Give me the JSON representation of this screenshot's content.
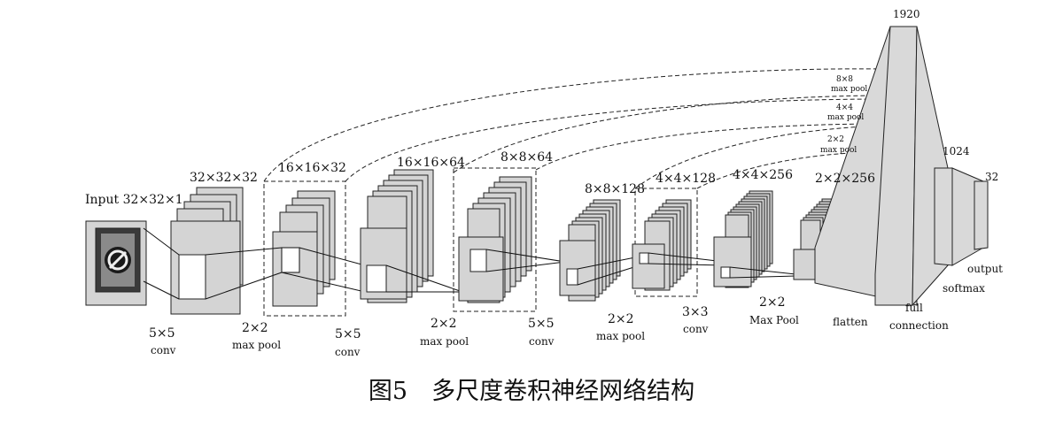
{
  "labels": {
    "input": "Input 32×32×1",
    "l1": "32×32×32",
    "l2": "16×16×32",
    "l3": "16×16×64",
    "l4": "8×8×64",
    "l5": "8×8×128",
    "l6": "4×4×128",
    "l7": "4×4×256",
    "l8": "2×2×256",
    "fc1": "1920",
    "fc2": "1024",
    "out": "32"
  },
  "ops": {
    "conv1_size": "5×5",
    "conv1_name": "conv",
    "pool1_size": "2×2",
    "pool1_name": "max pool",
    "conv2_size": "5×5",
    "conv2_name": "conv",
    "pool2_size": "2×2",
    "pool2_name": "max pool",
    "conv3_size": "5×5",
    "conv3_name": "conv",
    "pool3_size": "2×2",
    "pool3_name": "max pool",
    "conv4_size": "3×3",
    "conv4_name": "conv",
    "pool4_size": "2×2",
    "pool4_name": "Max Pool",
    "flatten": "flatten",
    "full1": "full",
    "full2": "connection",
    "softmax": "softmax",
    "output": "output"
  },
  "skip_labels": {
    "s1_size": "8×8",
    "s1_name": "max pool",
    "s2_size": "4×4",
    "s2_name": "max pool",
    "s3_size": "2×2",
    "s3_name": "max pool"
  },
  "caption": "图5　多尺度卷积神经网络结构"
}
